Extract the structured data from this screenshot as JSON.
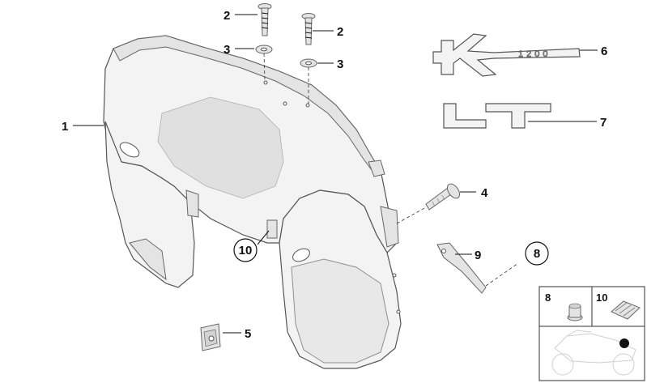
{
  "callouts": {
    "c1": "1",
    "c2a": "2",
    "c2b": "2",
    "c3a": "3",
    "c3b": "3",
    "c4": "4",
    "c5": "5",
    "c6": "6",
    "c7": "7",
    "c8": "8",
    "c9": "9",
    "c10": "10"
  },
  "emblem_k": {
    "letter": "K",
    "model_number": "1200"
  },
  "emblem_lt": {
    "text": "LT"
  },
  "inset": {
    "label_left": "8",
    "label_right": "10"
  }
}
